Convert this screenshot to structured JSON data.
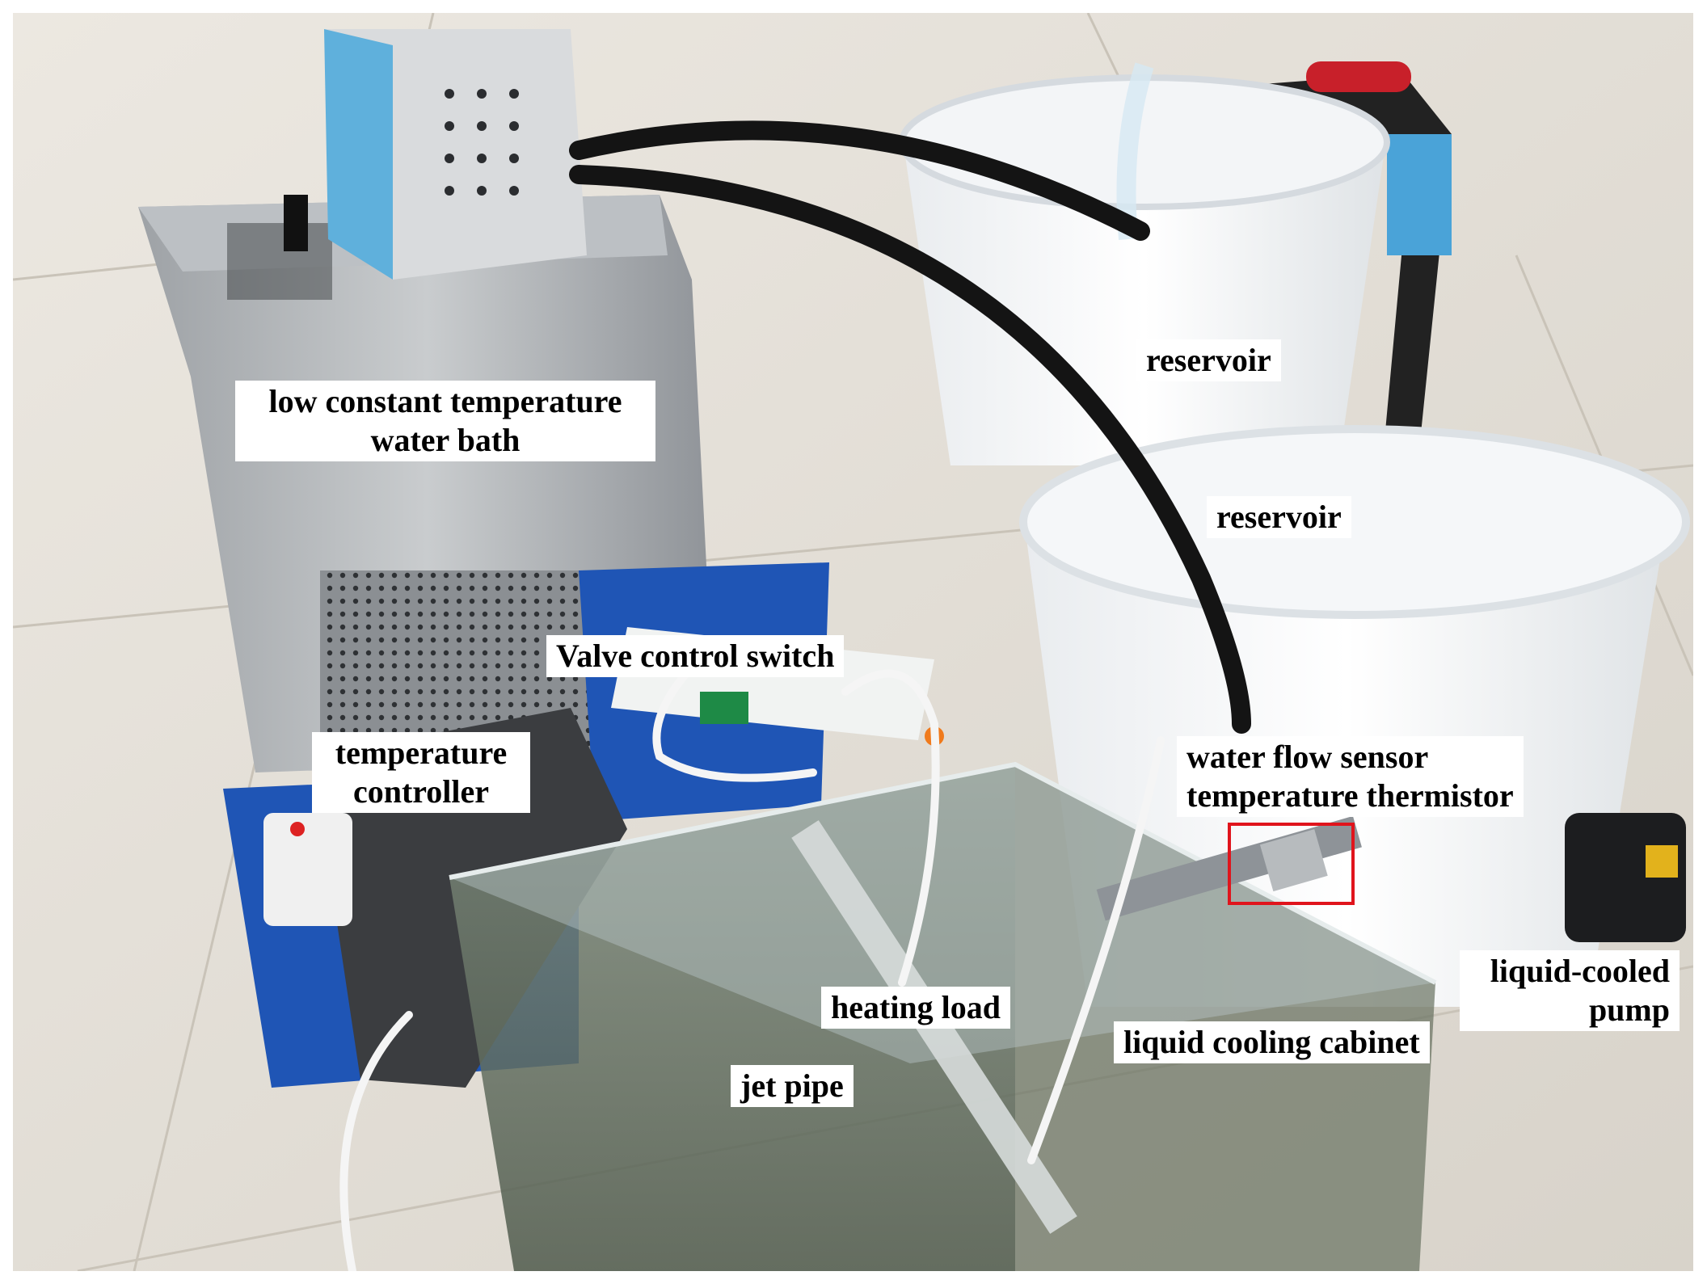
{
  "labels": {
    "water_bath": [
      "low constant temperature",
      "water bath"
    ],
    "reservoir_back": "reservoir",
    "reservoir_front": "reservoir",
    "valve_switch": "Valve control switch",
    "temperature_controller": [
      "temperature",
      "controller"
    ],
    "sensor": [
      "water flow sensor",
      "temperature thermistor"
    ],
    "heating_load": "heating load",
    "cooling_cabinet": "liquid cooling cabinet",
    "jet_pipe": "jet pipe",
    "pump": [
      "liquid-cooled",
      "pump"
    ]
  },
  "colors": {
    "highlight": "#e0141c",
    "floor": "#e6e1d8",
    "label_bg": "#ffffff"
  }
}
